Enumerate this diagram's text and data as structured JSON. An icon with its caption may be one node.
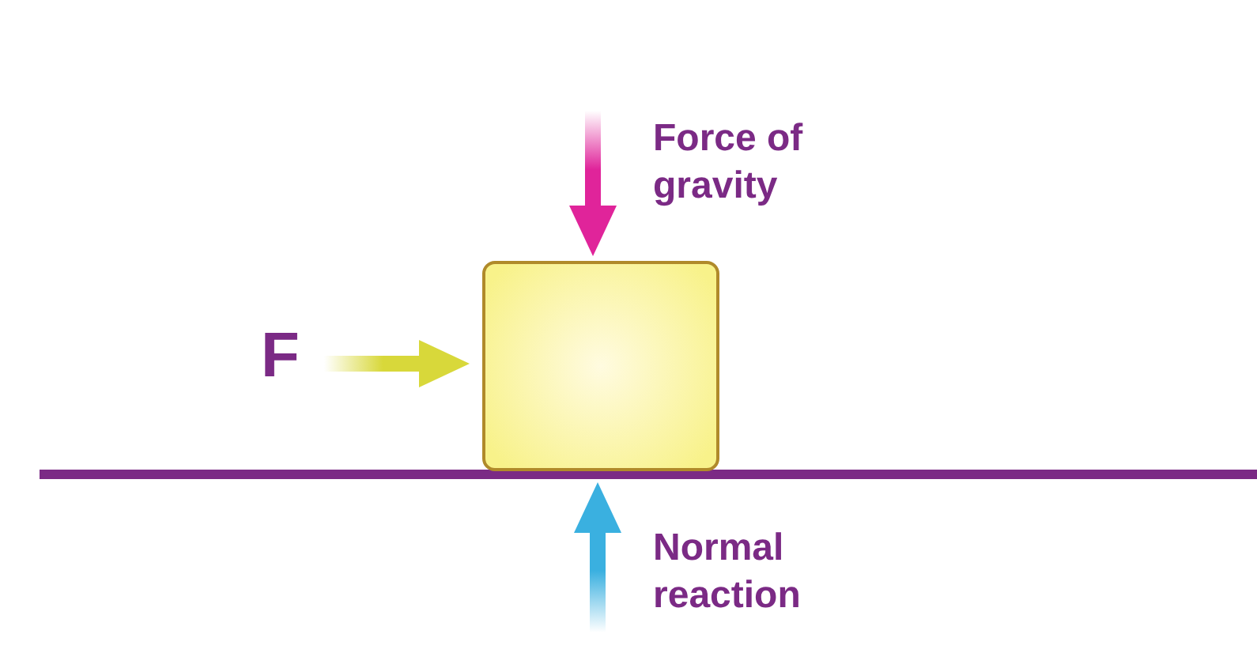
{
  "diagram": {
    "nodes": [
      {
        "text": [],
        "shape": "box"
      }
    ],
    "labels": [
      "F",
      "Force of gravity",
      "Normal reaction"
    ]
  }
}
